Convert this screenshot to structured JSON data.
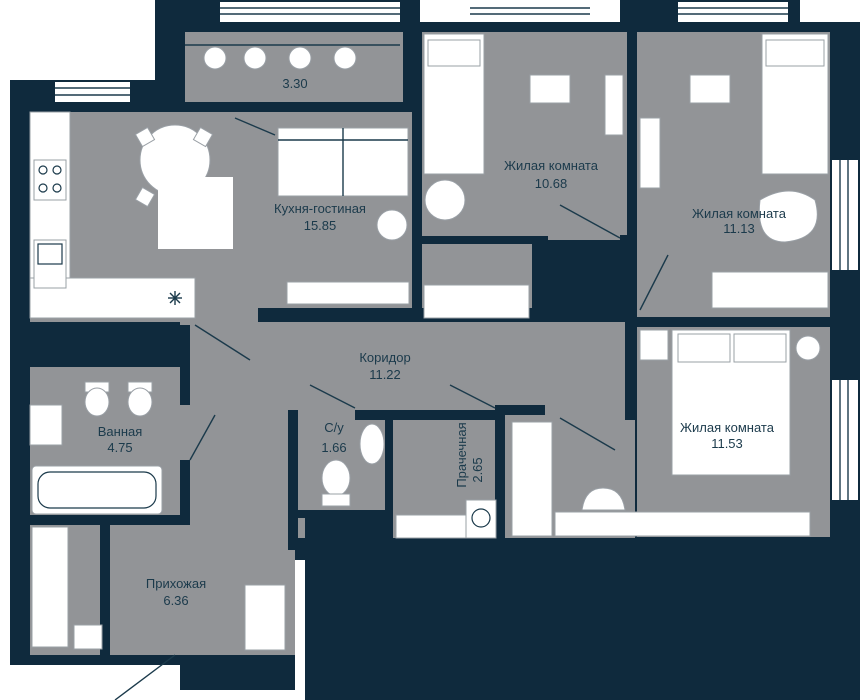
{
  "colors": {
    "wall": "#0f2a3d",
    "floor": "#929497",
    "furniture": "#ffffff",
    "text": "#1b3a4b"
  },
  "rooms": {
    "balcony": {
      "area": "3.30"
    },
    "kitchen": {
      "name": "Кухня-гостиная",
      "area": "15.85"
    },
    "bedroom1": {
      "name": "Жилая комната",
      "area": "10.68"
    },
    "bedroom2": {
      "name": "Жилая комната",
      "area": "11.13"
    },
    "bedroom3": {
      "name": "Жилая комната",
      "area": "11.53"
    },
    "corridor": {
      "name": "Коридор",
      "area": "11.22"
    },
    "bathroom": {
      "name": "Ванная",
      "area": "4.75"
    },
    "wc": {
      "name": "С/у",
      "area": "1.66"
    },
    "laundry": {
      "name": "Прачечная",
      "area": "2.65"
    },
    "hallway": {
      "name": "Прихожая",
      "area": "6.36"
    }
  },
  "icons": [
    "sink-icon",
    "stove-icon",
    "toilet-icon",
    "bathtub-icon",
    "bed-icon",
    "washing-machine-icon",
    "wardrobe-icon",
    "dining-table-icon",
    "sofa-icon",
    "window-icon",
    "snowflake-icon"
  ]
}
